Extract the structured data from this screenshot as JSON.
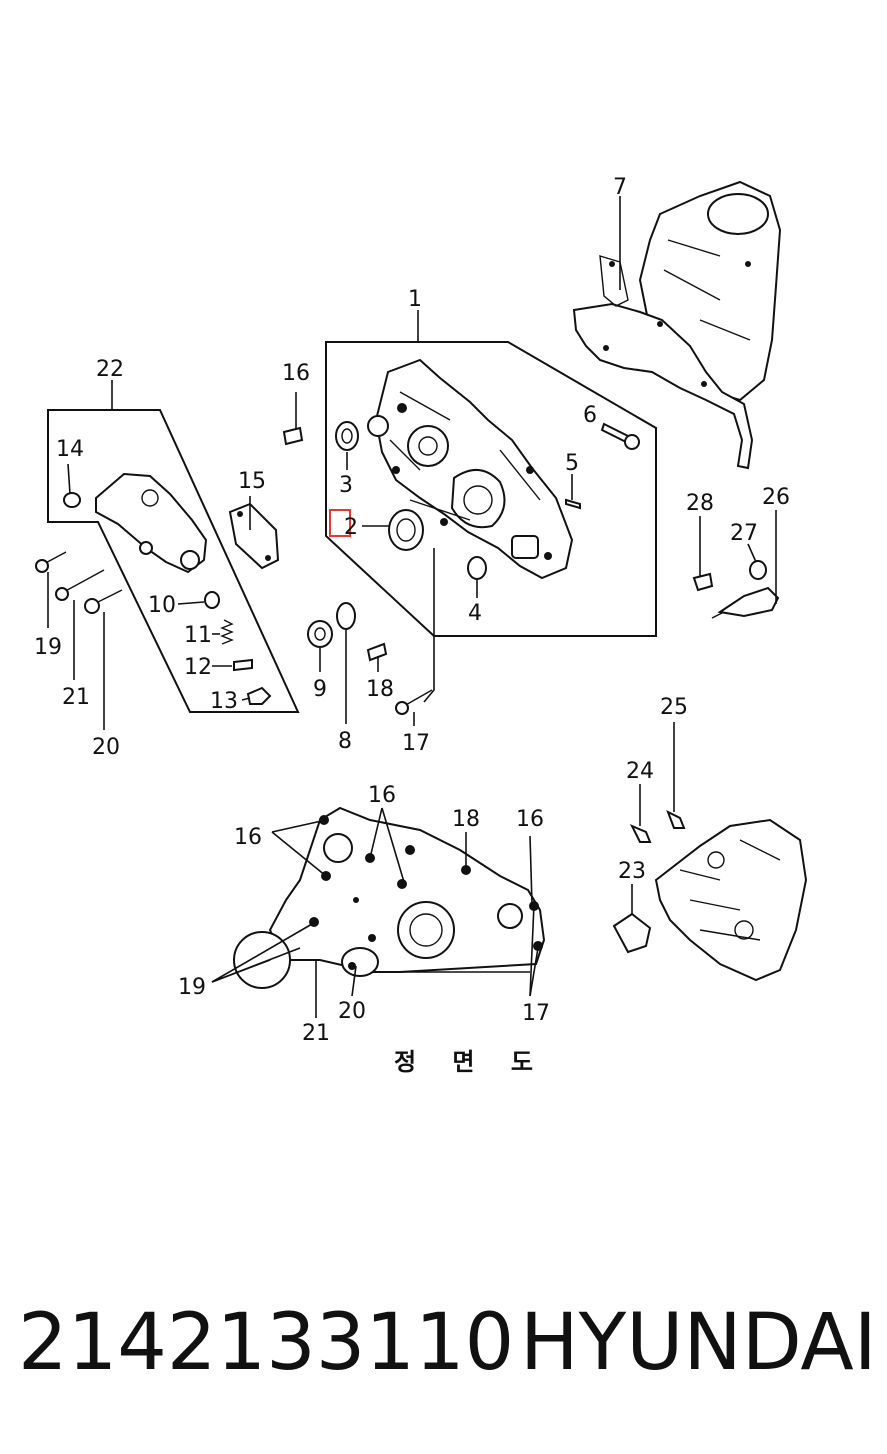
{
  "callouts": {
    "c1": "1",
    "c2": "2",
    "c3": "3",
    "c4": "4",
    "c5": "5",
    "c6": "6",
    "c7": "7",
    "c8": "8",
    "c9": "9",
    "c10": "10",
    "c11": "11",
    "c12": "12",
    "c13": "13",
    "c14": "14",
    "c15": "15",
    "c16": "16",
    "c17": "17",
    "c18": "18",
    "c19": "19",
    "c20": "20",
    "c21": "21",
    "c22": "22",
    "c23": "23",
    "c24": "24",
    "c25": "25",
    "c26": "26",
    "c27": "27",
    "c28": "28"
  },
  "front_view": {
    "c16": "16",
    "c17": "17",
    "c18": "18",
    "c19": "19",
    "c20": "20",
    "c21": "21",
    "caption": "정 면 도"
  },
  "highlight_color": "#e53935",
  "footer": {
    "part_number": "2142133110",
    "brand": "HYUNDAI"
  }
}
